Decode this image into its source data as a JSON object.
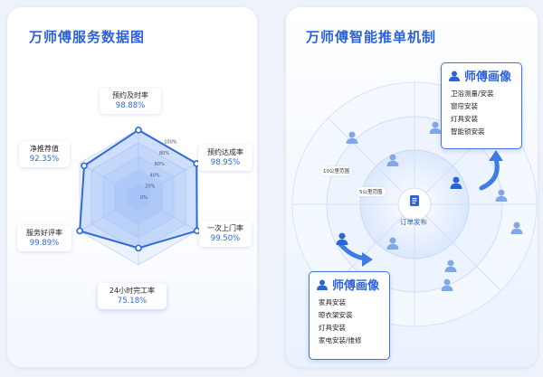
{
  "left": {
    "title": "万师傅服务数据图",
    "rings": [
      "100%",
      "80%",
      "60%",
      "40%",
      "20%",
      "0%"
    ],
    "metrics": [
      {
        "label": "预约及时率",
        "value": "98.88%"
      },
      {
        "label": "预约达成率",
        "value": "98.95%"
      },
      {
        "label": "一次上门率",
        "value": "99.50%"
      },
      {
        "label": "24小时完工率",
        "value": "75.18%"
      },
      {
        "label": "服务好评率",
        "value": "99.89%"
      },
      {
        "label": "净推荐值",
        "value": "92.35%"
      }
    ]
  },
  "chart_data": {
    "type": "radar",
    "title": "万师傅服务数据图",
    "categories": [
      "预约及时率",
      "预约达成率",
      "一次上门率",
      "24小时完工率",
      "服务好评率",
      "净推荐值"
    ],
    "values": [
      98.88,
      98.95,
      99.5,
      75.18,
      99.89,
      92.35
    ],
    "ticks": [
      "100%",
      "80%",
      "60%",
      "40%",
      "20%",
      "0%"
    ],
    "ylim": [
      0,
      100
    ]
  },
  "right": {
    "title": "万师傅智能推单机制",
    "center_label": "订单发布",
    "ring_inner": "5公里范围",
    "ring_outer": "10公里范围",
    "card_top": {
      "title": "师傅画像",
      "items": [
        "卫浴测量/安装",
        "窗帘安装",
        "灯具安装",
        "智能锁安装"
      ]
    },
    "card_bottom": {
      "title": "师傅画像",
      "items": [
        "家具安装",
        "晾衣架安装",
        "灯具安装",
        "家电安装/维修"
      ]
    },
    "colors": {
      "accent": "#2c63d8",
      "arrow": "#3d7be6"
    }
  }
}
